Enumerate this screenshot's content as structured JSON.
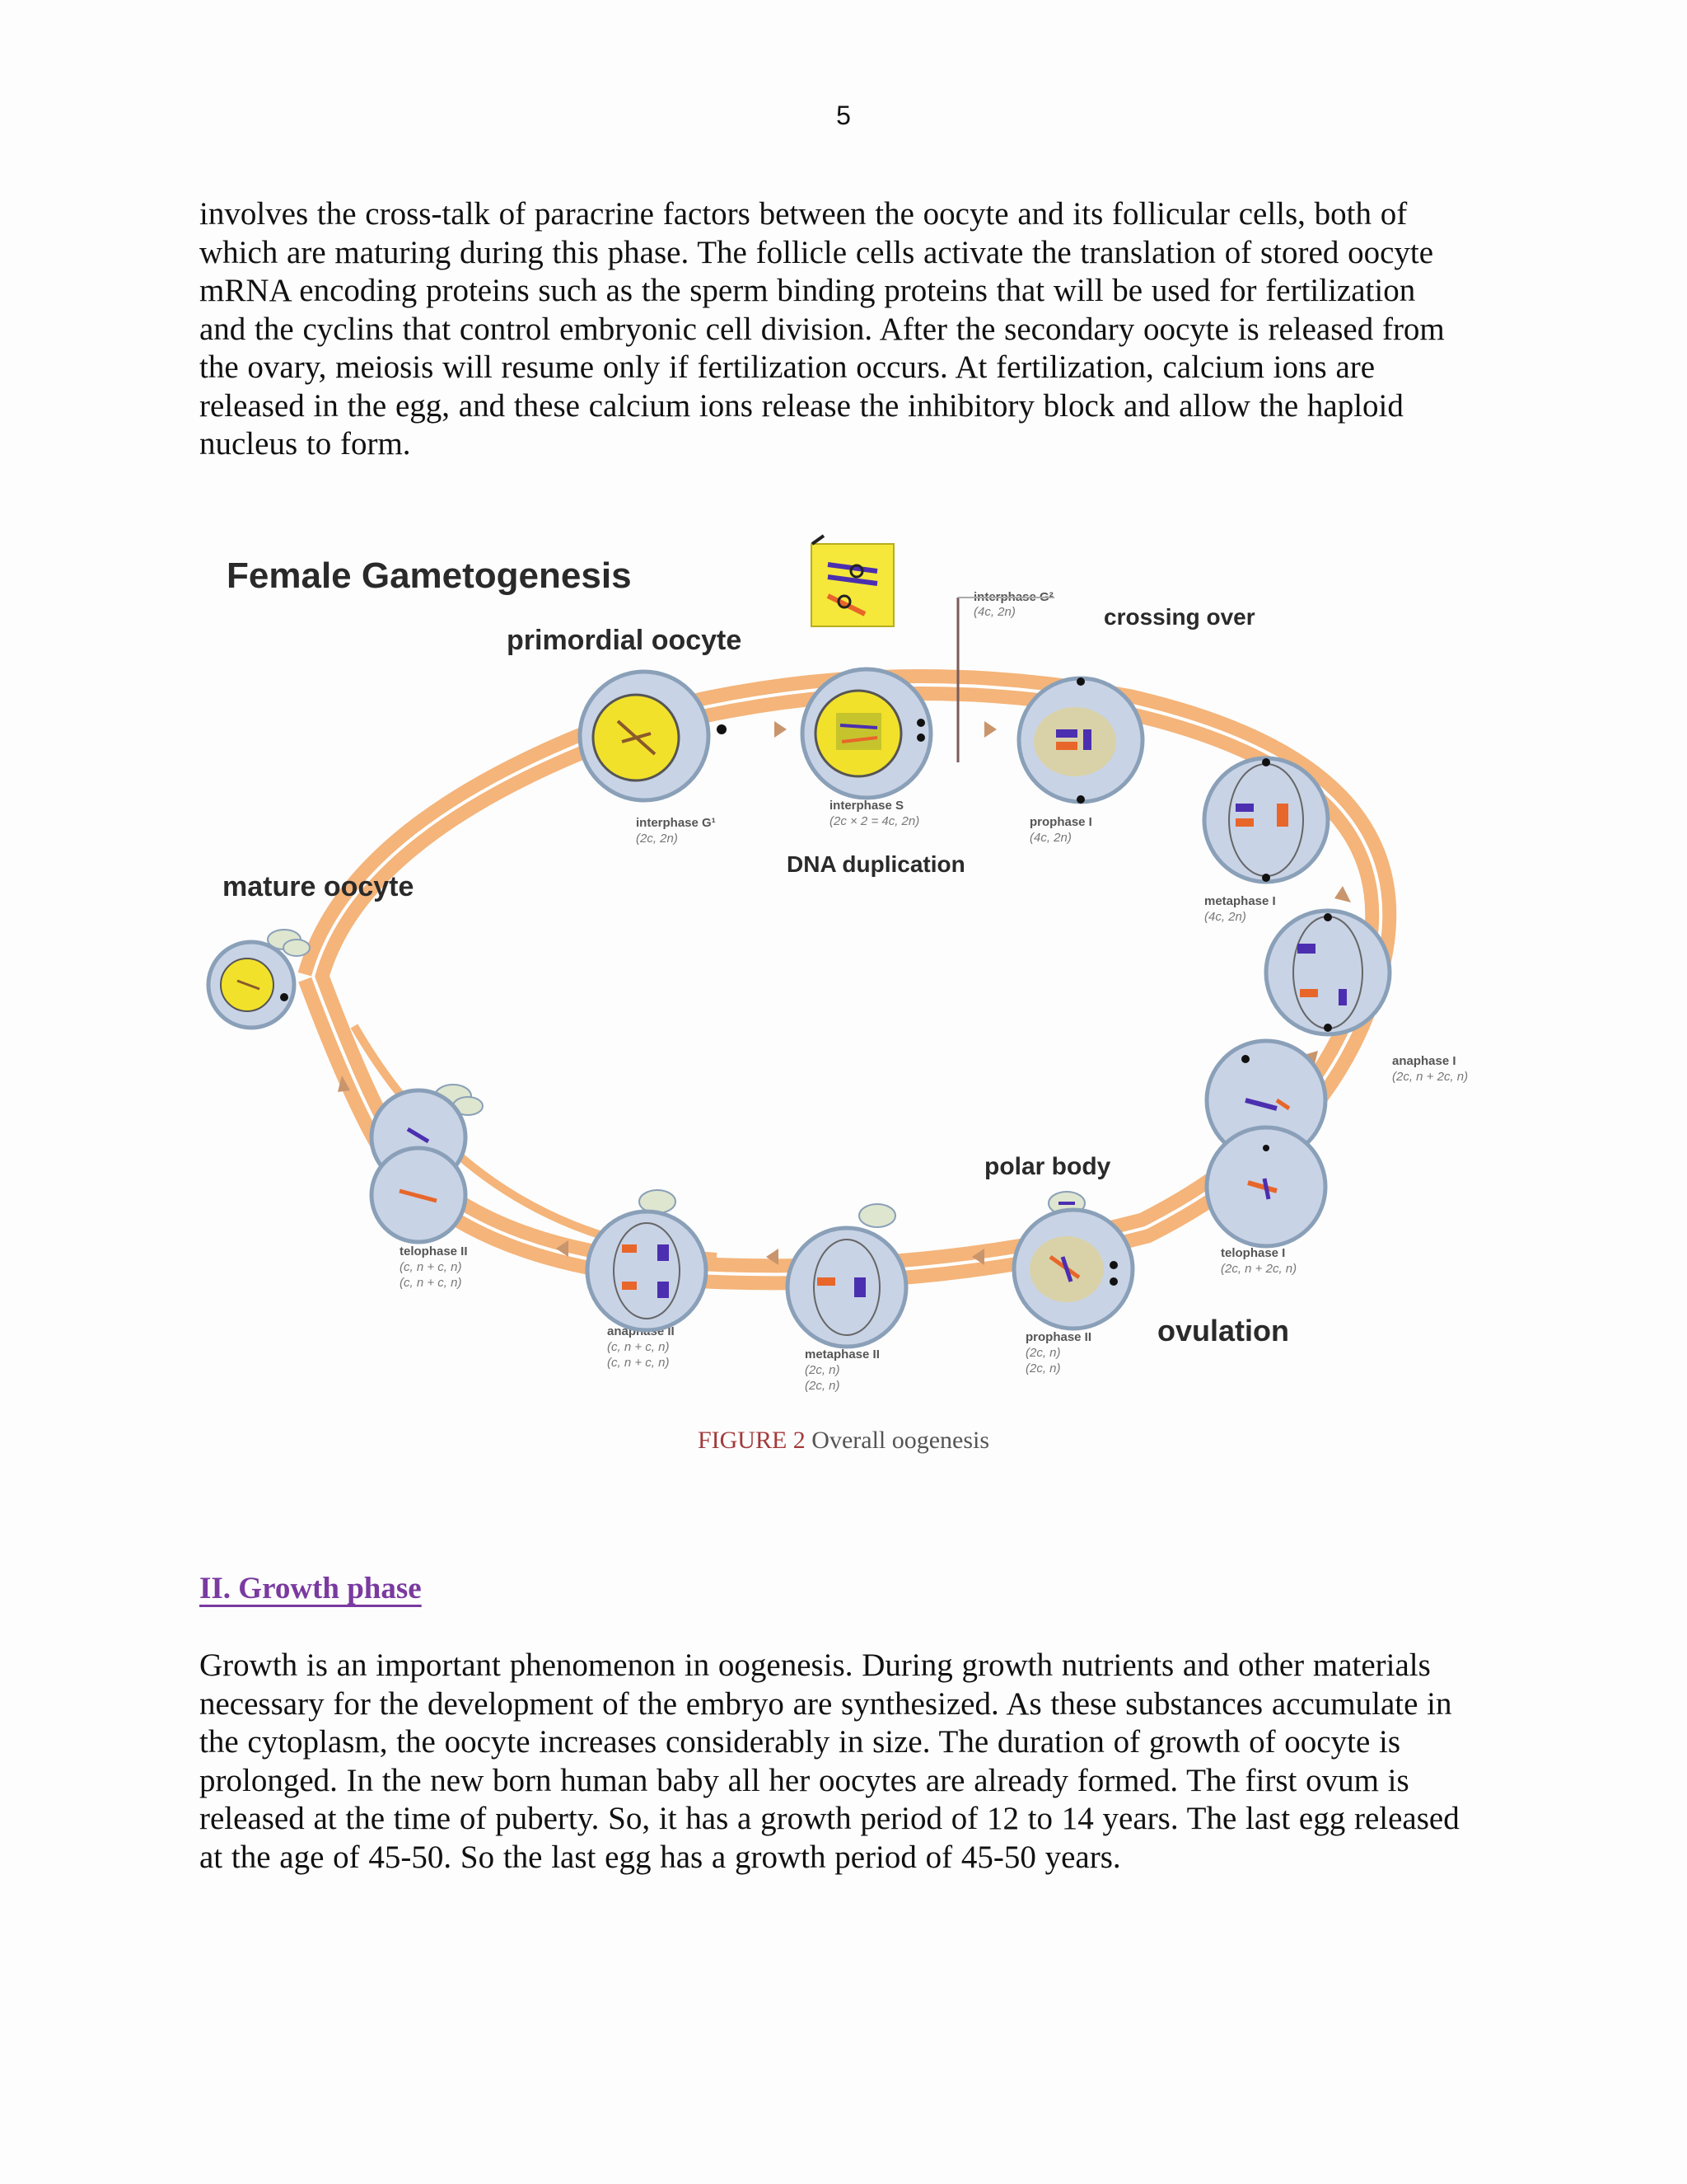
{
  "page_number": "5",
  "paragraph_1": [
    "involves  the cross-talk of paracrine  factors between the oocyte and its follicular  cells, both of",
    "which  are maturing  during  this  phase. The follicle  cells activate  the translation  of stored oocyte",
    "mRNA encoding  proteins  such as the sperm binding  proteins  that will  be used for fertilization",
    "and the cyclins  that control embryonic  cell division.  After the secondary oocyte is released  from",
    "the ovary, meiosis  will  resume  only  if fertilization  occurs.  At fertilization,  calcium  ions  are",
    "released  in  the egg,  and these calcium  ions  release the inhibitory  block  and allow  the haploid",
    "nucleus  to form."
  ],
  "figure": {
    "title": "Female Gametogenesis",
    "labels": {
      "primordial_oocyte": "primordial oocyte",
      "crossing_over": "crossing over",
      "dna_duplication": "DNA duplication",
      "mature_oocyte": "mature oocyte",
      "polar_body": "polar body",
      "ovulation": "ovulation"
    },
    "stages": [
      {
        "name": "interphase G¹",
        "notes": [
          "(2c, 2n)"
        ]
      },
      {
        "name": "interphase S",
        "notes": [
          "(2c × 2 = 4c, 2n)"
        ]
      },
      {
        "name": "interphase G²",
        "notes": [
          "(4c, 2n)"
        ]
      },
      {
        "name": "prophase I",
        "notes": [
          "(4c, 2n)"
        ]
      },
      {
        "name": "metaphase I",
        "notes": [
          "(4c, 2n)"
        ]
      },
      {
        "name": "anaphase I",
        "notes": [
          "(2c, n + 2c, n)"
        ]
      },
      {
        "name": "telophase I",
        "notes": [
          "(2c, n + 2c, n)"
        ]
      },
      {
        "name": "prophase II",
        "notes": [
          "(2c, n)",
          "(2c, n)"
        ]
      },
      {
        "name": "metaphase II",
        "notes": [
          "(2c, n)",
          "(2c, n)"
        ]
      },
      {
        "name": "anaphase II",
        "notes": [
          "(c, n + c, n)",
          "(c, n + c, n)"
        ]
      },
      {
        "name": "telophase II",
        "notes": [
          "(c, n + c, n)",
          "(c, n + c, n)"
        ]
      }
    ]
  },
  "caption": {
    "number": "FIGURE 2",
    "text": "Overall oogenesis"
  },
  "section_heading": "II. Growth  phase",
  "paragraph_2": [
    "Growth  is an important  phenomenon  in oogenesis.  During  growth  nutrients  and other materials",
    "necessary  for the development  of the embryo  are synthesized.  As these substances accumulate  in",
    "the cytoplasm,  the oocyte increases  considerably  in size.  The duration  of growth of oocyte is",
    "prolonged.  In the new born human  baby all her oocytes are already  formed.  The first  ovum  is",
    "released at the time  of puberty.  So, it has a growth  period  of 12 to 14 years. The  last egg released",
    "at the age of 45-50. So the last egg has a growth  period  of 45-50 years."
  ],
  "colors": {
    "heading": "#7a3aa0",
    "caption_number": "#a33a3a",
    "track": "#f4b47a",
    "cell_fill": "#c9d3e6",
    "cell_stroke": "#8aa0b8",
    "nucleus_fill": "#d9d2a8",
    "yellow_nucleus": "#f2e12a",
    "chromosome_blue": "#4b2fb0",
    "chromosome_orange": "#e8662a"
  }
}
